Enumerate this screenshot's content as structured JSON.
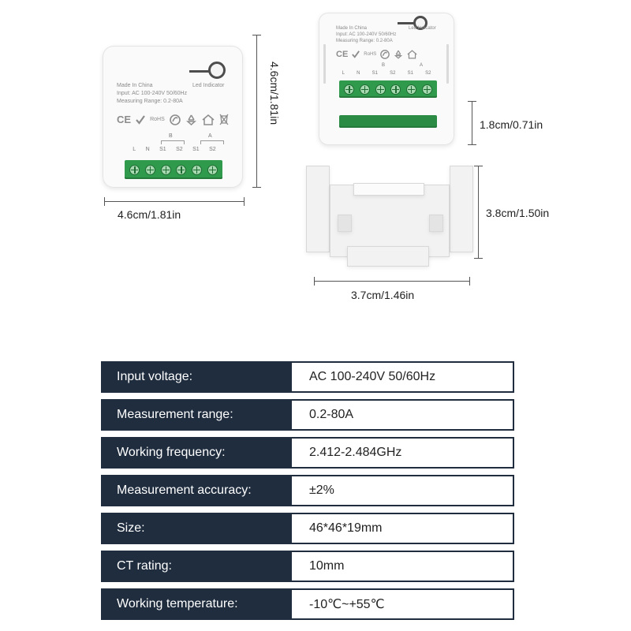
{
  "device_front": {
    "made_in": "Made In China",
    "input": "Input: AC 100-240V 50/60Hz",
    "measuring_range": "Measuring Range: 0.2-80A",
    "led_indicator": "Led Indicator",
    "cert_ce": "CE",
    "cert_rohs": "RoHS",
    "terminal_labels": [
      "L",
      "N",
      "S1",
      "S2",
      "S1",
      "S2"
    ],
    "group_b": "B",
    "group_a": "A"
  },
  "dimensions": {
    "front_width": "4.6cm/1.81in",
    "front_height": "4.6cm/1.81in",
    "side_thickness": "1.8cm/0.71in",
    "clip_height": "3.8cm/1.50in",
    "clip_width": "3.7cm/1.46in"
  },
  "specs": [
    {
      "label": "Input voltage:",
      "value": "AC 100-240V 50/60Hz"
    },
    {
      "label": "Measurement range:",
      "value": "0.2-80A"
    },
    {
      "label": "Working frequency:",
      "value": "2.412-2.484GHz"
    },
    {
      "label": "Measurement accuracy:",
      "value": "±2%"
    },
    {
      "label": "Size:",
      "value": "46*46*19mm"
    },
    {
      "label": "CT rating:",
      "value": "10mm"
    },
    {
      "label": "Working temperature:",
      "value": "-10℃~+55℃"
    }
  ],
  "colors": {
    "table_header": "#1f2d3f",
    "terminal_green": "#2f9a4b"
  }
}
